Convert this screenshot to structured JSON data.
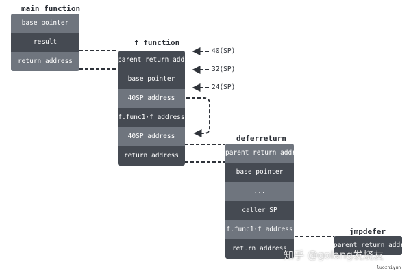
{
  "main": {
    "title": "main function",
    "cells": [
      "base pointer",
      "result",
      "return address"
    ]
  },
  "f": {
    "title": "f function",
    "cells": [
      "parent return addr",
      "base pointer",
      "40SP address",
      "f.func1·f address",
      "40SP address",
      "return address"
    ]
  },
  "deferreturn": {
    "title": "deferreturn",
    "cells": [
      "parent return addr",
      "base pointer",
      "...",
      "caller SP",
      "f.func1·f address",
      "return address"
    ]
  },
  "jmpdefer": {
    "title": "jmpdefer",
    "cells": [
      "parent return addr"
    ]
  },
  "sp_labels": [
    "40(SP)",
    "32(SP)",
    "24(SP)"
  ],
  "watermark": "知乎 @golang发烧友",
  "credit": "luozhiyun",
  "colors": {
    "cell_mid": "#6f757e",
    "cell_dark": "#454a52",
    "line": "#2f333a"
  }
}
